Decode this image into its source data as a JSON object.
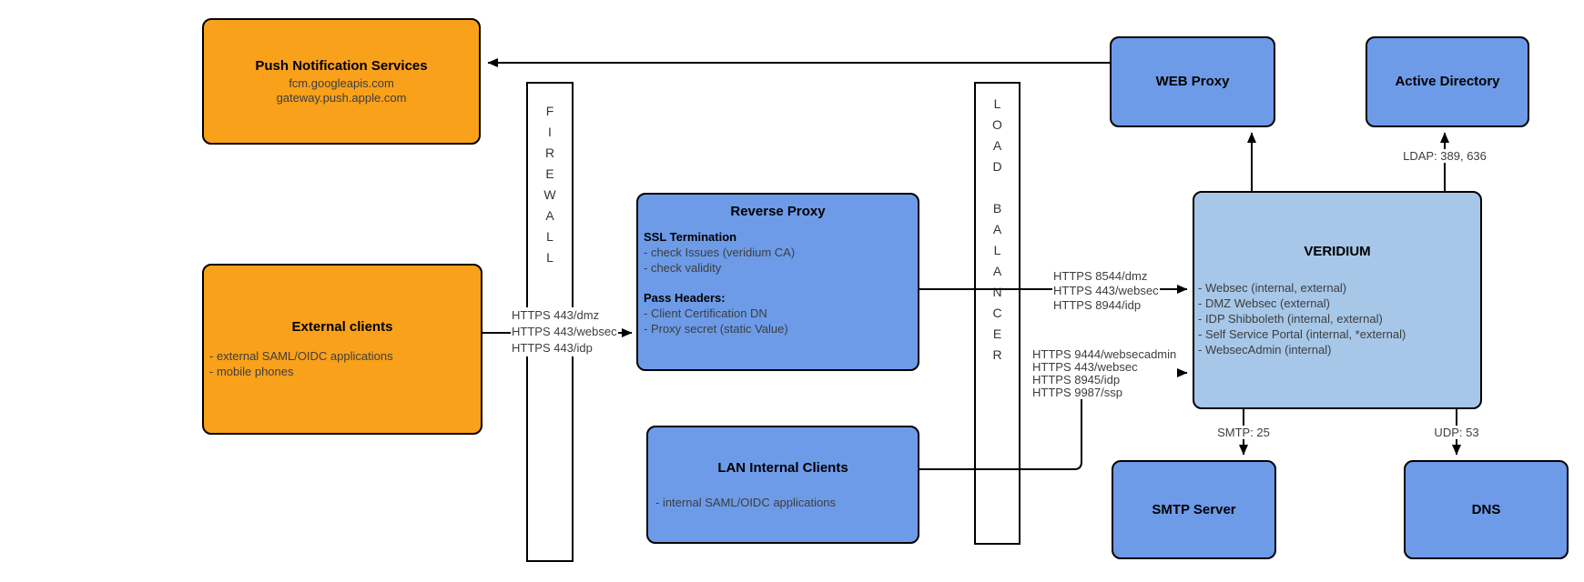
{
  "canvas": {
    "background": "#ffffff",
    "stroke": "#000000"
  },
  "colors": {
    "client_orange": "#F9A11B",
    "service_blue": "#6D9BE8",
    "veridium_lightblue": "#A6C7E8"
  },
  "nodes": {
    "push": {
      "title": "Push Notification Services",
      "lines": [
        "fcm.googleapis.com",
        "gateway.push.apple.com"
      ]
    },
    "external": {
      "title": "External clients",
      "items": [
        "- external SAML/OIDC applications",
        "- mobile phones"
      ]
    },
    "firewall": {
      "label": "FIREWALL"
    },
    "reverse_proxy": {
      "title": "Reverse Proxy",
      "section1_heading": "SSL Termination",
      "section1_items": [
        "- check Issues (veridium CA)",
        "- check validity"
      ],
      "section2_heading": "Pass Headers:",
      "section2_items": [
        "- Client Certification DN",
        "- Proxy secret (static Value)"
      ]
    },
    "lan": {
      "title": "LAN Internal Clients",
      "items": [
        "- internal SAML/OIDC applications"
      ]
    },
    "load_balancer": {
      "label": "LOAD BALANCER"
    },
    "web_proxy": {
      "title": "WEB Proxy"
    },
    "active_directory": {
      "title": "Active Directory"
    },
    "veridium": {
      "title": "VERIDIUM",
      "items": [
        "- Websec (internal, external)",
        "- DMZ Websec (external)",
        "- IDP Shibboleth (internal, external)",
        "- Self Service Portal (internal, *external)",
        "- WebsecAdmin (internal)"
      ]
    },
    "smtp": {
      "title": "SMTP Server"
    },
    "dns": {
      "title": "DNS"
    }
  },
  "edge_labels": {
    "external_to_rp": [
      "HTTPS 443/dmz",
      "HTTPS 443/websec",
      "HTTPS 443/idp"
    ],
    "rp_to_veridium": [
      "HTTPS 8544/dmz",
      "HTTPS 443/websec",
      "HTTPS 8944/idp"
    ],
    "lan_to_veridium": [
      "HTTPS 9444/websecadmin",
      "HTTPS 443/websec",
      "HTTPS 8945/idp",
      "HTTPS 9987/ssp"
    ],
    "veridium_to_ad": "LDAP: 389, 636",
    "veridium_to_smtp": "SMTP: 25",
    "veridium_to_dns": "UDP: 53"
  }
}
